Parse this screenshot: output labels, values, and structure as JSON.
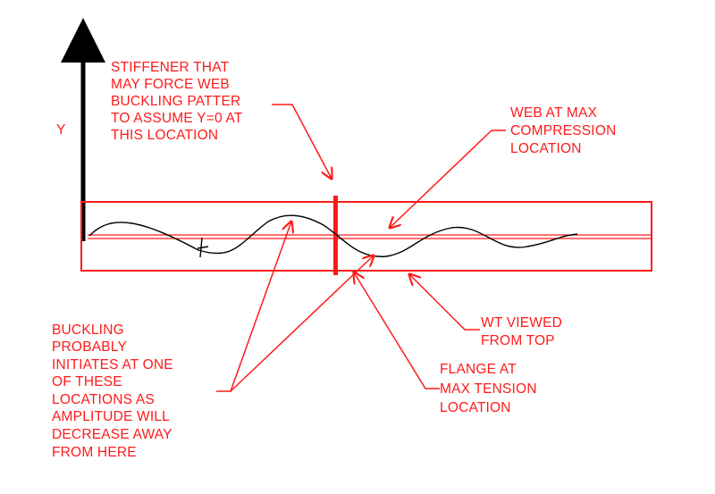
{
  "colors": {
    "annotation": "#ff1a1a",
    "axis": "#000000",
    "wave": "#000000"
  },
  "axis": {
    "label": "Y"
  },
  "labels": {
    "stiffener": [
      "STIFFENER THAT",
      "MAY FORCE WEB",
      "BUCKLING PATTER",
      "TO ASSUME Y=0 AT",
      "THIS LOCATION"
    ],
    "web_max_compression": [
      "WEB AT MAX",
      "COMPRESSION",
      "LOCATION"
    ],
    "buckling_initiation": [
      "BUCKLING",
      "PROBABLY",
      "INITIATES AT ONE",
      "OF THESE",
      "LOCATIONS AS",
      "AMPLITUDE WILL",
      "DECREASE AWAY",
      "FROM HERE"
    ],
    "wt_viewed": [
      "WT VIEWED",
      "FROM TOP"
    ],
    "flange_max_tension": [
      "FLANGE AT",
      "MAX TENSION",
      "LOCATION"
    ]
  }
}
